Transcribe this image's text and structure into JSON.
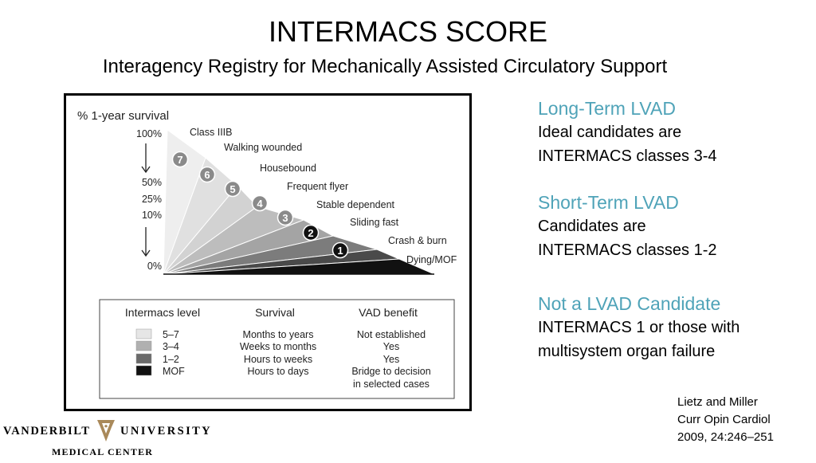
{
  "slide": {
    "title": "INTERMACS SCORE",
    "subtitle": "Interagency Registry for Mechanically Assisted Circulatory Support"
  },
  "figure": {
    "y_axis_title": "% 1-year survival",
    "y_ticks": [
      "100%",
      "50%",
      "25%",
      "10%",
      "0%"
    ],
    "wedges": [
      {
        "number": "7",
        "label": "Class IIIB",
        "color": "#eeeeee"
      },
      {
        "number": "6",
        "label": "Walking wounded",
        "color": "#e0e0e0"
      },
      {
        "number": "5",
        "label": "Housebound",
        "color": "#d2d2d2"
      },
      {
        "number": "4",
        "label": "Frequent flyer",
        "color": "#bdbdbd"
      },
      {
        "number": "3",
        "label": "Stable dependent",
        "color": "#a4a4a4"
      },
      {
        "number": "2",
        "label": "Sliding fast",
        "color": "#7c7c7c"
      },
      {
        "number": "1",
        "label": "Crash & burn",
        "color": "#4a4a4a"
      },
      {
        "number": "",
        "label": "Dying/MOF",
        "color": "#111111"
      }
    ],
    "table": {
      "headers": [
        "Intermacs level",
        "Survival",
        "VAD benefit"
      ],
      "rows": [
        {
          "swatch": "#e6e6e6",
          "level": "5–7",
          "survival": "Months to years",
          "benefit": "Not established"
        },
        {
          "swatch": "#b0b0b0",
          "level": "3–4",
          "survival": "Weeks to months",
          "benefit": "Yes"
        },
        {
          "swatch": "#6a6a6a",
          "level": "1–2",
          "survival": "Hours to weeks",
          "benefit": "Yes"
        },
        {
          "swatch": "#111111",
          "level": "MOF",
          "survival": "Hours to days",
          "benefit": "Bridge to decision"
        }
      ],
      "benefit_continuation": "in selected cases"
    }
  },
  "side": {
    "long_term": {
      "heading": "Long-Term LVAD",
      "line1": "Ideal candidates are",
      "line2": "INTERMACS classes 3-4"
    },
    "short_term": {
      "heading": "Short-Term LVAD",
      "line1": "Candidates are",
      "line2": "INTERMACS classes 1-2"
    },
    "not_candidate": {
      "heading": "Not a LVAD Candidate",
      "line1": "INTERMACS 1 or those  with",
      "line2": "multisystem organ failure"
    }
  },
  "citation": {
    "line1": "Lietz and Miller",
    "line2": "Curr Opin Cardiol",
    "line3": "2009, 24:246–251"
  },
  "logo": {
    "left": "VANDERBILT",
    "right": "UNIVERSITY",
    "sub": "MEDICAL CENTER",
    "mark": "V",
    "color": "#a9895a"
  }
}
